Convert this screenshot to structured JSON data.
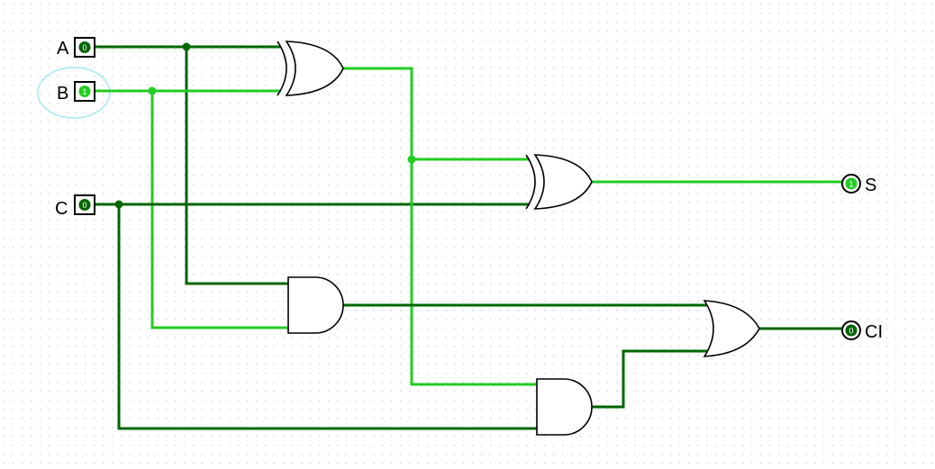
{
  "colors": {
    "wire_on": "#22cc22",
    "wire_off": "#006600",
    "selection": "#b8ecf0",
    "grid_dot": "#cfcfcf"
  },
  "inputs": [
    {
      "name": "A",
      "value": "0",
      "state": "off"
    },
    {
      "name": "B",
      "value": "1",
      "state": "on",
      "selected": true
    },
    {
      "name": "C",
      "value": "0",
      "state": "off"
    }
  ],
  "outputs": [
    {
      "name": "S",
      "value": "1",
      "state": "on"
    },
    {
      "name": "CI",
      "value": "0",
      "state": "off"
    }
  ],
  "gates": [
    {
      "type": "xor",
      "inputs": [
        "A",
        "B"
      ]
    },
    {
      "type": "xor",
      "inputs": [
        "xor1",
        "C"
      ],
      "output": "S"
    },
    {
      "type": "and",
      "inputs": [
        "A",
        "B"
      ]
    },
    {
      "type": "and",
      "inputs": [
        "xor1",
        "C"
      ]
    },
    {
      "type": "or",
      "inputs": [
        "and1",
        "and2"
      ],
      "output": "CI"
    }
  ]
}
